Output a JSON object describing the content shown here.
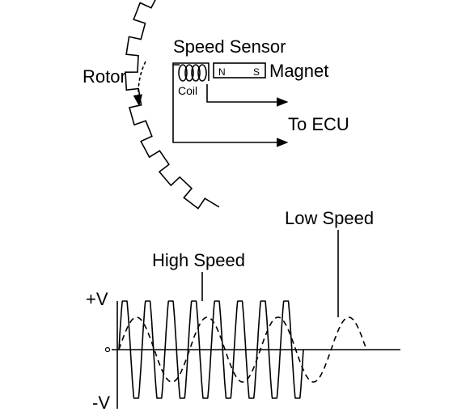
{
  "sensor": {
    "rotor_label": "Rotor",
    "sensor_label": "Speed Sensor",
    "coil_label": "Coil",
    "magnet_pole_n": "N",
    "magnet_pole_s": "S",
    "magnet_label": "Magnet",
    "ecu_label": "To ECU"
  },
  "waveform": {
    "plus_v_label": "+V",
    "minus_v_label": "-V",
    "high_speed_label": "High Speed",
    "low_speed_label": "Low Speed",
    "high_speed_cycles": 8,
    "low_speed_cycles": 3.5
  },
  "colors": {
    "ink": "#000000",
    "background": "#ffffff"
  }
}
